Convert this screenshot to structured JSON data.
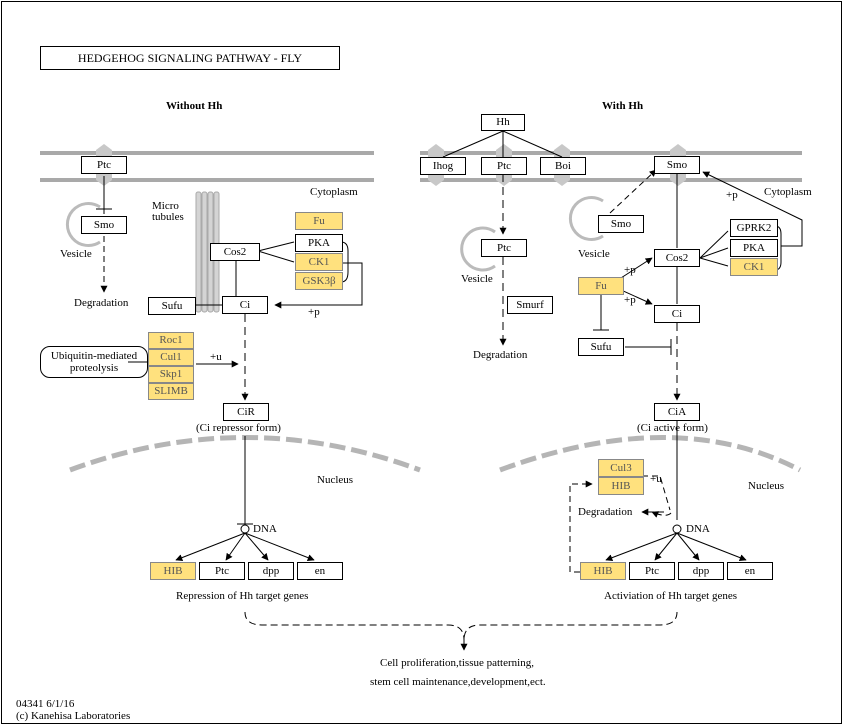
{
  "title": "HEDGEHOG  SIGNALING  PATHWAY - FLY",
  "panels": {
    "left_title": "Without Hh",
    "right_title": "With Hh"
  },
  "labels": {
    "cytoplasm": "Cytoplasm",
    "vesicle": "Vesicle",
    "degradation": "Degradation",
    "microtubules_1": "Micro",
    "microtubules_2": "tubules",
    "nucleus": "Nucleus",
    "dna": "DNA",
    "plus_p": "+p",
    "plus_u": "+u",
    "ubiquitin": "Ubiquitin-mediated proteolysis",
    "repressor_form": "(Ci repressor form)",
    "active_form": "(Ci active form)",
    "repression": "Repression of Hh target genes",
    "activiation": "Activiation  of Hh target genes",
    "outcome_1": "Cell proliferation,tissue patterning,",
    "outcome_2": "stem cell maintenance,development,ect.",
    "footer_id": "04341 6/1/16",
    "footer_copy": "(c) Kanehisa Laboratories"
  },
  "nodes": {
    "ptc_left": "Ptc",
    "smo_left": "Smo",
    "fu_left": "Fu",
    "pka_left": "PKA",
    "ck1_left": "CK1",
    "gsk3b_left": "GSK3β",
    "cos2_left": "Cos2",
    "sufu_left": "Sufu",
    "ci_left": "Ci",
    "roc1": "Roc1",
    "cul1": "Cul1",
    "skp1": "Skp1",
    "slimb": "SLIMB",
    "cir": "CiR",
    "hib_left": "HIB",
    "ptc_gene_left": "Ptc",
    "dpp_left": "dpp",
    "en_left": "en",
    "hh": "Hh",
    "ihog": "Ihog",
    "ptc_right": "Ptc",
    "boi": "Boi",
    "ptc_vesicle": "Ptc",
    "smurf": "Smurf",
    "smo_membrane": "Smo",
    "smo_vesicle": "Smo",
    "gprk2": "GPRK2",
    "pka_right": "PKA",
    "ck1_right": "CK1",
    "cos2_right": "Cos2",
    "fu_right": "Fu",
    "ci_right": "Ci",
    "sufu_right": "Sufu",
    "cia": "CiA",
    "cul3": "Cul3",
    "hib_right": "HIB",
    "hib_gene_right": "HIB",
    "ptc_gene_right": "Ptc",
    "dpp_right": "dpp",
    "en_right": "en"
  },
  "colors": {
    "gene_highlight": "#ffe17e",
    "membrane": "#a9a9a9",
    "nucleus_membrane": "#b5b5b5"
  }
}
